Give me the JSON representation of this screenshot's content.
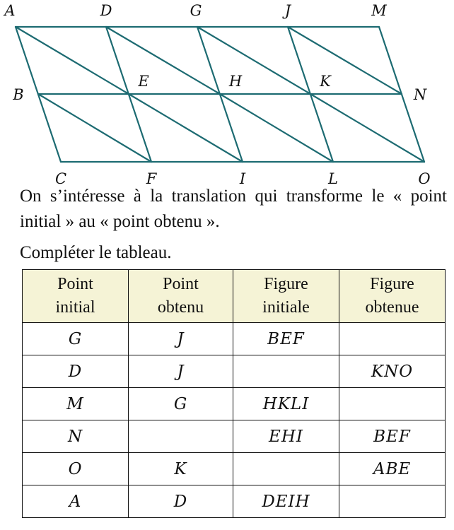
{
  "figure": {
    "points": {
      "A": "A",
      "D": "D",
      "G": "G",
      "J": "J",
      "M": "M",
      "B": "B",
      "E": "E",
      "H": "H",
      "K": "K",
      "N": "N",
      "C": "C",
      "F": "F",
      "I": "I",
      "L": "L",
      "O": "O"
    },
    "line_color": "#1d6b72"
  },
  "statement": "On s’intéresse à la translation qui transforme le « point initial » au « point obtenu ».",
  "instruction": "Compléter le tableau.",
  "table": {
    "header_bg": "#f5f3d6",
    "headers": [
      [
        "Point",
        "initial"
      ],
      [
        "Point",
        "obtenu"
      ],
      [
        "Figure",
        "initiale"
      ],
      [
        "Figure",
        "obtenue"
      ]
    ],
    "rows": [
      [
        "G",
        "J",
        "BEF",
        ""
      ],
      [
        "D",
        "J",
        "",
        "KNO"
      ],
      [
        "M",
        "G",
        "HKLI",
        ""
      ],
      [
        "N",
        "",
        "EHI",
        "BEF"
      ],
      [
        "O",
        "K",
        "",
        "ABE"
      ],
      [
        "A",
        "D",
        "DEIH",
        ""
      ]
    ]
  }
}
